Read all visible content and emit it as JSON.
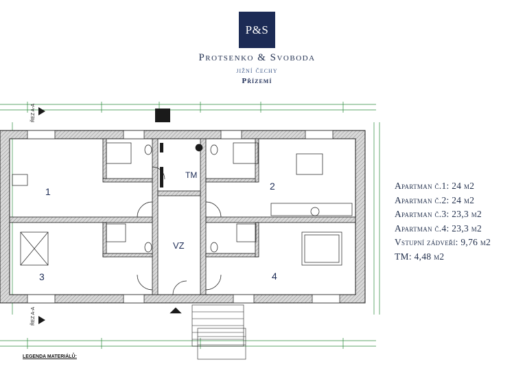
{
  "brand": {
    "logo_text": "P&S",
    "name": "Protsenko & Svoboda",
    "region": "jižní čechy",
    "floor": "Přízemí"
  },
  "plan": {
    "rooms": {
      "room_1": "1",
      "room_2": "2",
      "room_3": "3",
      "room_4": "4",
      "technical_room": "TM",
      "entrance": "VZ"
    },
    "section_marks": {
      "top": "ŘEZ A-A",
      "bottom": "ŘEZ A-A"
    },
    "material_legend_label": "LEGENDA MATERIÁLŮ:"
  },
  "areas": [
    {
      "label": "Apartman č.1:",
      "value": "24 m2"
    },
    {
      "label": "Apartman č.2:",
      "value": "24 m2"
    },
    {
      "label": "Apartman č.3:",
      "value": "23,3 m2"
    },
    {
      "label": "Apartman č.4:",
      "value": "23,3 m2"
    },
    {
      "label": "Vstupní zádveří:",
      "value": "9,76 m2"
    },
    {
      "label": "TM:",
      "value": "4,48 m2"
    }
  ],
  "colors": {
    "logo_bg": "#1c2b55",
    "wall_hatch": "#bdbdbd",
    "line": "#1a1a1a",
    "dim": "#2a8a3a"
  }
}
